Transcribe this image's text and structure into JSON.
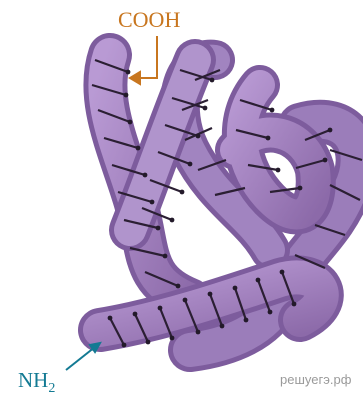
{
  "labels": {
    "carboxyl_end": "COOH",
    "amino_end": "NH",
    "amino_end_subscript": "2"
  },
  "watermark": "решуегэ.рф",
  "colors": {
    "tube_fill": "#a487c2",
    "tube_dark": "#7a5a9a",
    "helix_line": "#2b1f33",
    "carboxyl_label": "#c8761f",
    "amino_label": "#137a93"
  }
}
